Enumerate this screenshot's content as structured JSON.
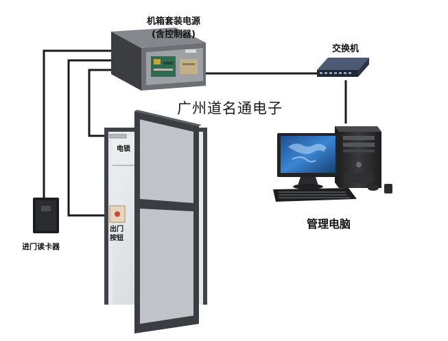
{
  "labels": {
    "power_box_line1": "机箱套装电源",
    "power_box_line2": "(含控制器)",
    "switch": "交换机",
    "watermark": "广州道名通电子",
    "computer": "管理电脑",
    "card_reader": "进门读卡器",
    "electric_lock": "电锁",
    "exit_button_line1": "出门",
    "exit_button_line2": "按钮"
  },
  "colors": {
    "wire": "#1a1a1a",
    "enclosure": "#5a5c60",
    "enclosure_dark": "#3b3d41",
    "circuit_board": "#2f6b4e",
    "door_frame": "#3a3d42",
    "door_glass": "#d7dadd",
    "monitor_screen": "#2c6fb8",
    "pc_tower": "#2a2a2c"
  },
  "icons": [
    "power-enclosure-icon",
    "network-switch-icon",
    "computer-icon",
    "card-reader-icon",
    "door-icon",
    "electric-lock-icon",
    "exit-button-icon"
  ]
}
